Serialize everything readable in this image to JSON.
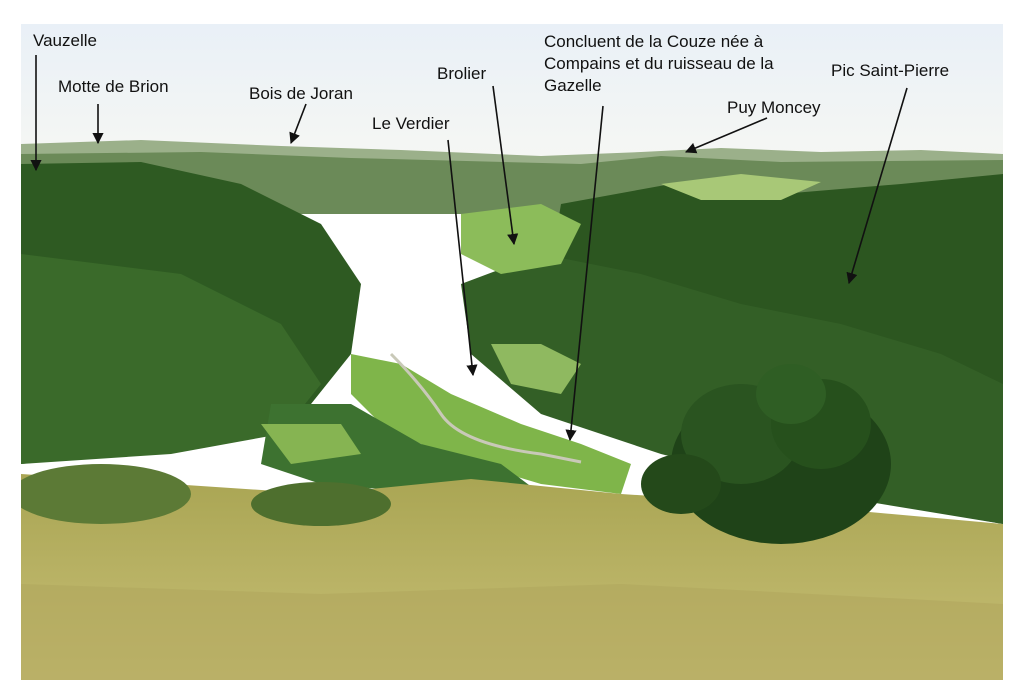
{
  "labels": {
    "vauzelle": "Vauzelle",
    "motte_de_brion": "Motte de  Brion",
    "bois_de_joran": "Bois de Joran",
    "brolier": "Brolier",
    "le_verdier": "Le Verdier",
    "confluent": "Concluent de la Couze née à Compains et du ruisseau de la Gazelle",
    "puy_moncey": "Puy Moncey",
    "pic_saint_pierre": "Pic Saint-Pierre"
  },
  "colors": {
    "sky": "#eef3f8",
    "forest_dark": "#1f4a1a",
    "forest_mid": "#3d6e2a",
    "meadow": "#7fb54a",
    "grass_foreground": "#b7b45a"
  }
}
